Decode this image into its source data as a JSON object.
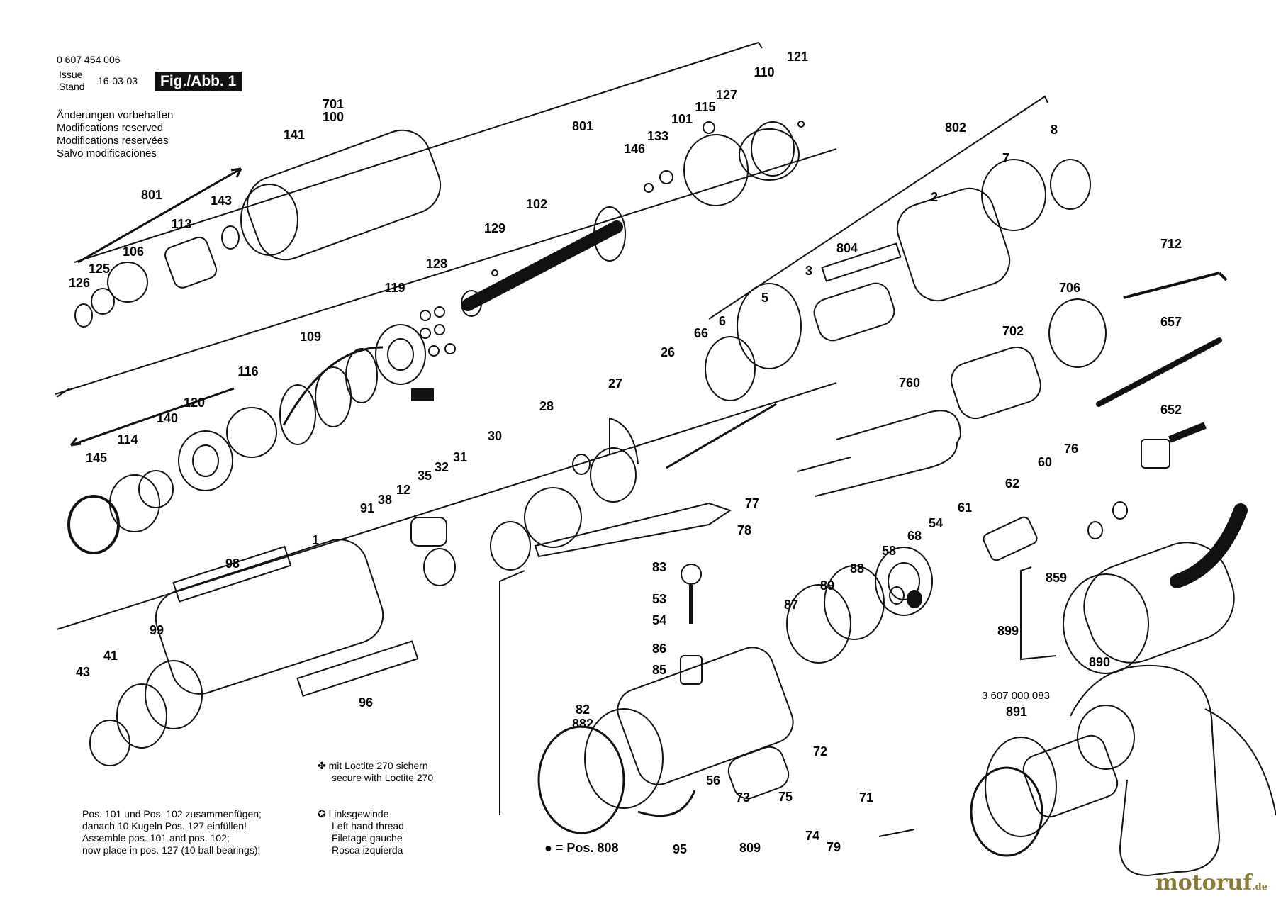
{
  "header": {
    "part_number": "0 607 454 006",
    "issue_en": "Issue",
    "issue_de": "Stand",
    "date": "16-03-03",
    "figure_label": "Fig./Abb. 1"
  },
  "notes": [
    "Änderungen vorbehalten",
    "Modifications reserved",
    "Modifications reservées",
    "Salvo modificaciones"
  ],
  "footer": {
    "assembly": [
      "Pos. 101 und Pos. 102 zusammenfügen;",
      "danach 10 Kugeln Pos. 127 einfüllen!",
      "Assemble pos. 101 and pos. 102;",
      "now place in pos. 127 (10 ball bearings)!"
    ],
    "loctite": [
      "mit Loctite 270 sichern",
      "secure with Loctite 270"
    ],
    "left_thread": [
      "Linksgewinde",
      "Left hand thread",
      "Filetage gauche",
      "Rosca izquierda"
    ],
    "pos_ref": "= Pos.  808",
    "kit_number": "3 607 000 083"
  },
  "labels": [
    "701",
    "100",
    "141",
    "801",
    "143",
    "113",
    "106",
    "125",
    "126",
    "801",
    "146",
    "133",
    "101",
    "115",
    "127",
    "110",
    "121",
    "102",
    "129",
    "128",
    "119",
    "109",
    "116",
    "120",
    "140",
    "114",
    "145",
    "802",
    "8",
    "7",
    "2",
    "804",
    "3",
    "5",
    "6",
    "66",
    "712",
    "706",
    "702",
    "657",
    "652",
    "26",
    "27",
    "28",
    "30",
    "31",
    "32",
    "35",
    "12",
    "38",
    "91",
    "1",
    "98",
    "99",
    "41",
    "43",
    "96",
    "760",
    "77",
    "78",
    "83",
    "53",
    "54",
    "86",
    "85",
    "82",
    "882",
    "95",
    "56",
    "73",
    "809",
    "75",
    "74",
    "79",
    "71",
    "72",
    "87",
    "89",
    "88",
    "58",
    "68",
    "54",
    "61",
    "62",
    "60",
    "76",
    "859",
    "899",
    "890",
    "891"
  ],
  "watermark": {
    "brand": "motoruf",
    "tld": ".de"
  }
}
